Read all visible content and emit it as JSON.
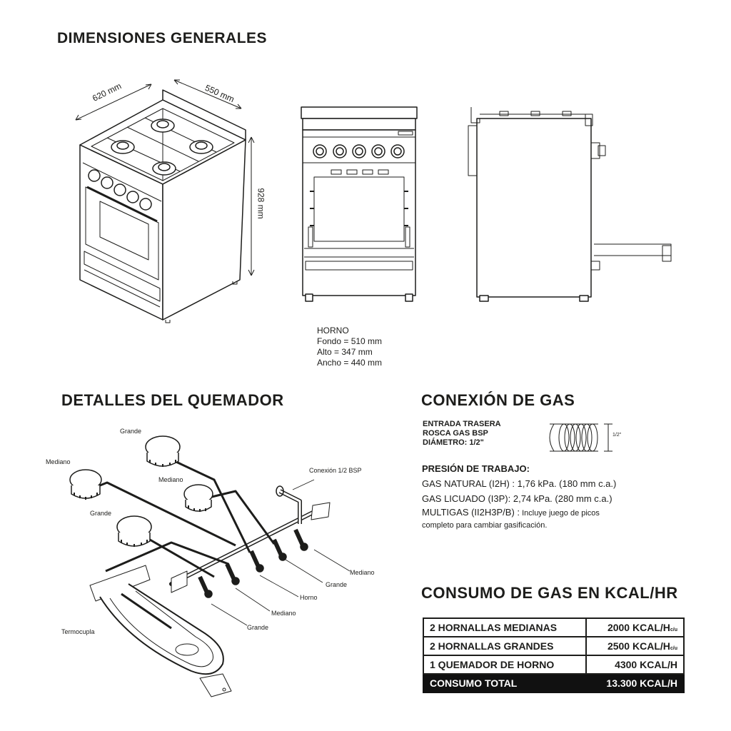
{
  "headings": {
    "dimensiones": "DIMENSIONES GENERALES",
    "detalles": "DETALLES DEL QUEMADOR",
    "conexion": "CONEXIÓN DE GAS",
    "consumo": "CONSUMO DE GAS EN KCAL/HR"
  },
  "dimensions": {
    "width": "620 mm",
    "depth": "550 mm",
    "height": "928 mm"
  },
  "oven": {
    "title": "HORNO",
    "fondo": "Fondo = 510 mm",
    "alto": "Alto = 347 mm",
    "ancho": "Ancho = 440 mm"
  },
  "burner_labels": {
    "grande_top": "Grande",
    "mediano_left": "Mediano",
    "mediano_center": "Mediano",
    "grande_left": "Grande",
    "conexion": "Conexión 1/2 BSP",
    "mediano_right": "Mediano",
    "grande_right": "Grande",
    "horno": "Horno",
    "mediano_bottom": "Mediano",
    "grande_bottom": "Grande",
    "termocupla": "Termocupla"
  },
  "gas_connection": {
    "line1": "ENTRADA TRASERA",
    "line2": "ROSCA GAS BSP",
    "line3": "DIÁMETRO: 1/2\"",
    "dim": "1/2\""
  },
  "pressure": {
    "title": "PRESIÓN DE TRABAJO:",
    "natural": "GAS NATURAL (I2H) : 1,76 kPa. (180 mm c.a.)",
    "licuado": "GAS LICUADO (I3P): 2,74 kPa. (280 mm c.a.)",
    "multigas_label": "MULTIGAS (II2H3P/B) :",
    "multigas_note": " Incluye juego de picos",
    "multigas_note2": "completo para cambiar gasificación."
  },
  "consumption": {
    "rows": [
      {
        "label": "2 HORNALLAS MEDIANAS",
        "value": "2000 KCAL/H",
        "suffix": "c/u"
      },
      {
        "label": "2 HORNALLAS GRANDES",
        "value": "2500 KCAL/H",
        "suffix": "c/u"
      },
      {
        "label": "1 QUEMADOR DE HORNO",
        "value": "4300 KCAL/H",
        "suffix": ""
      }
    ],
    "total": {
      "label": "CONSUMO TOTAL",
      "value": "13.300 KCAL/H"
    }
  }
}
